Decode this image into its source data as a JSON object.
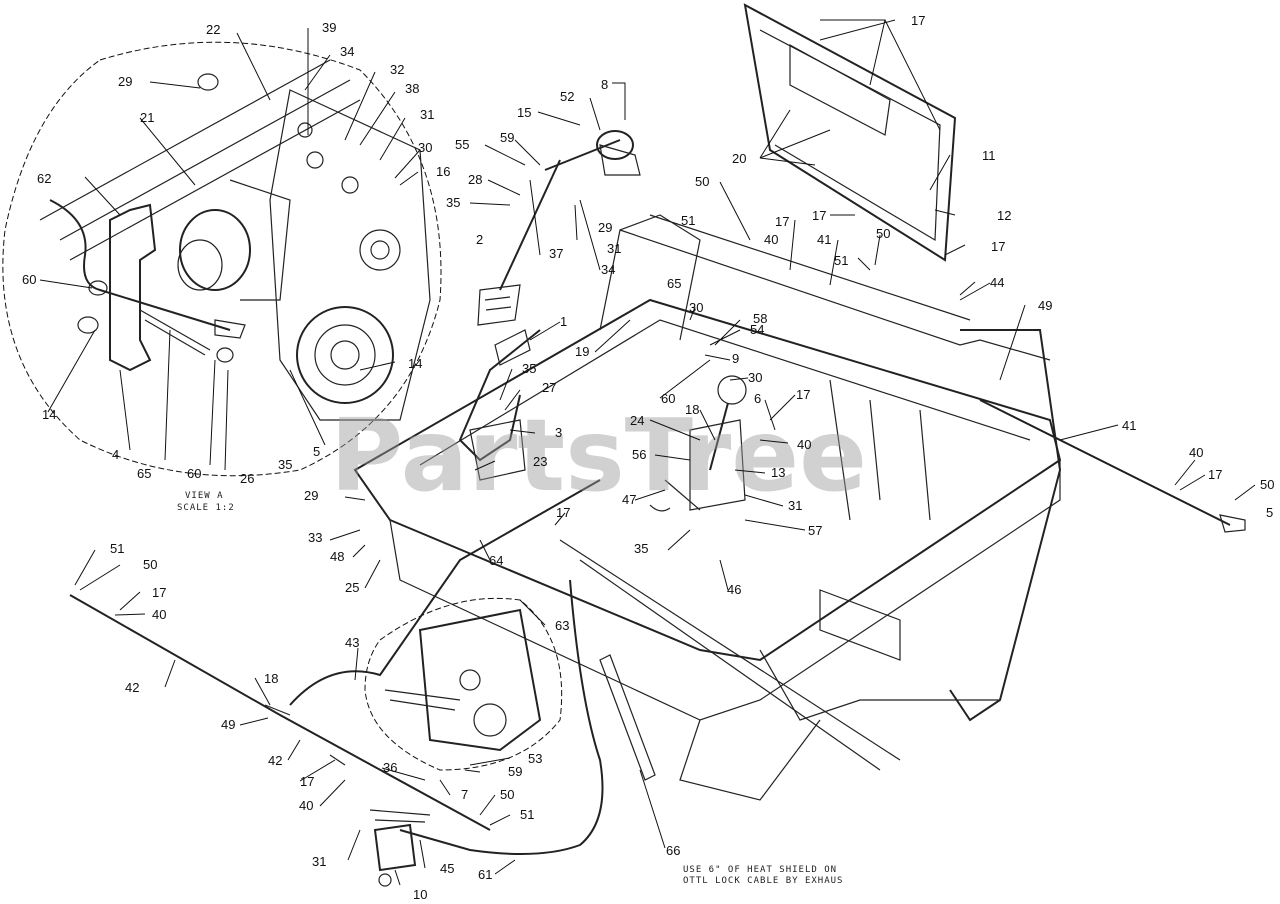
{
  "watermark": "PartsTree",
  "view_label": "VIEW A",
  "view_scale": "SCALE 1:2",
  "note_line1": "USE 6\" OF HEAT SHIELD ON",
  "note_line2": "OTTL LOCK CABLE BY EXHAUS",
  "callouts": [
    {
      "id": "c22",
      "text": "22"
    },
    {
      "id": "c39",
      "text": "39"
    },
    {
      "id": "c34a",
      "text": "34"
    },
    {
      "id": "c29a",
      "text": "29"
    },
    {
      "id": "c32",
      "text": "32"
    },
    {
      "id": "c38",
      "text": "38"
    },
    {
      "id": "c21",
      "text": "21"
    },
    {
      "id": "c31a",
      "text": "31"
    },
    {
      "id": "c30a",
      "text": "30"
    },
    {
      "id": "c16",
      "text": "16"
    },
    {
      "id": "c62",
      "text": "62"
    },
    {
      "id": "c60a",
      "text": "60"
    },
    {
      "id": "c14a",
      "text": "14"
    },
    {
      "id": "c14b",
      "text": "14"
    },
    {
      "id": "c4",
      "text": "4"
    },
    {
      "id": "c65a",
      "text": "65"
    },
    {
      "id": "c60b",
      "text": "60"
    },
    {
      "id": "c26",
      "text": "26"
    },
    {
      "id": "c35a",
      "text": "35"
    },
    {
      "id": "c5",
      "text": "5"
    },
    {
      "id": "c8",
      "text": "8"
    },
    {
      "id": "c52",
      "text": "52"
    },
    {
      "id": "c15",
      "text": "15"
    },
    {
      "id": "c59a",
      "text": "59"
    },
    {
      "id": "c55",
      "text": "55"
    },
    {
      "id": "c28",
      "text": "28"
    },
    {
      "id": "c35b",
      "text": "35"
    },
    {
      "id": "c29b",
      "text": "29"
    },
    {
      "id": "c31b",
      "text": "31"
    },
    {
      "id": "c2",
      "text": "2"
    },
    {
      "id": "c37",
      "text": "37"
    },
    {
      "id": "c34b",
      "text": "34"
    },
    {
      "id": "c17a",
      "text": "17"
    },
    {
      "id": "c20",
      "text": "20"
    },
    {
      "id": "c11",
      "text": "11"
    },
    {
      "id": "c50a",
      "text": "50"
    },
    {
      "id": "c51a",
      "text": "51"
    },
    {
      "id": "c40a",
      "text": "40"
    },
    {
      "id": "c17b",
      "text": "17"
    },
    {
      "id": "c41a",
      "text": "41"
    },
    {
      "id": "c17c",
      "text": "17"
    },
    {
      "id": "c12",
      "text": "12"
    },
    {
      "id": "c50b",
      "text": "50"
    },
    {
      "id": "c17d",
      "text": "17"
    },
    {
      "id": "c51b",
      "text": "51"
    },
    {
      "id": "c44",
      "text": "44"
    },
    {
      "id": "c49a",
      "text": "49"
    },
    {
      "id": "c65b",
      "text": "65"
    },
    {
      "id": "c30b",
      "text": "30"
    },
    {
      "id": "c58",
      "text": "58"
    },
    {
      "id": "c54",
      "text": "54"
    },
    {
      "id": "c1",
      "text": "1"
    },
    {
      "id": "c19",
      "text": "19"
    },
    {
      "id": "c9",
      "text": "9"
    },
    {
      "id": "c30c",
      "text": "30"
    },
    {
      "id": "c60c",
      "text": "60"
    },
    {
      "id": "c35c",
      "text": "35"
    },
    {
      "id": "c27",
      "text": "27"
    },
    {
      "id": "c18a",
      "text": "18"
    },
    {
      "id": "c6",
      "text": "6"
    },
    {
      "id": "c17e",
      "text": "17"
    },
    {
      "id": "c24",
      "text": "24"
    },
    {
      "id": "c3",
      "text": "3"
    },
    {
      "id": "c40b",
      "text": "40"
    },
    {
      "id": "c41b",
      "text": "41"
    },
    {
      "id": "c23",
      "text": "23"
    },
    {
      "id": "c56",
      "text": "56"
    },
    {
      "id": "c13",
      "text": "13"
    },
    {
      "id": "c40c",
      "text": "40"
    },
    {
      "id": "c17f",
      "text": "17"
    },
    {
      "id": "c50c",
      "text": "50"
    },
    {
      "id": "c5b",
      "text": "5"
    },
    {
      "id": "c29c",
      "text": "29"
    },
    {
      "id": "c47",
      "text": "47"
    },
    {
      "id": "c31c",
      "text": "31"
    },
    {
      "id": "c17g",
      "text": "17"
    },
    {
      "id": "c57",
      "text": "57"
    },
    {
      "id": "c33",
      "text": "33"
    },
    {
      "id": "c35d",
      "text": "35"
    },
    {
      "id": "c48",
      "text": "48"
    },
    {
      "id": "c64",
      "text": "64"
    },
    {
      "id": "c25",
      "text": "25"
    },
    {
      "id": "c46",
      "text": "46"
    },
    {
      "id": "c51c",
      "text": "51"
    },
    {
      "id": "c50d",
      "text": "50"
    },
    {
      "id": "c17h",
      "text": "17"
    },
    {
      "id": "c40d",
      "text": "40"
    },
    {
      "id": "c63",
      "text": "63"
    },
    {
      "id": "c43",
      "text": "43"
    },
    {
      "id": "c42a",
      "text": "42"
    },
    {
      "id": "c18b",
      "text": "18"
    },
    {
      "id": "c49b",
      "text": "49"
    },
    {
      "id": "c42b",
      "text": "42"
    },
    {
      "id": "c53",
      "text": "53"
    },
    {
      "id": "c36",
      "text": "36"
    },
    {
      "id": "c59b",
      "text": "59"
    },
    {
      "id": "c17i",
      "text": "17"
    },
    {
      "id": "c7",
      "text": "7"
    },
    {
      "id": "c50e",
      "text": "50"
    },
    {
      "id": "c40e",
      "text": "40"
    },
    {
      "id": "c51d",
      "text": "51"
    },
    {
      "id": "c66",
      "text": "66"
    },
    {
      "id": "c31d",
      "text": "31"
    },
    {
      "id": "c45",
      "text": "45"
    },
    {
      "id": "c61",
      "text": "61"
    },
    {
      "id": "c10",
      "text": "10"
    }
  ]
}
